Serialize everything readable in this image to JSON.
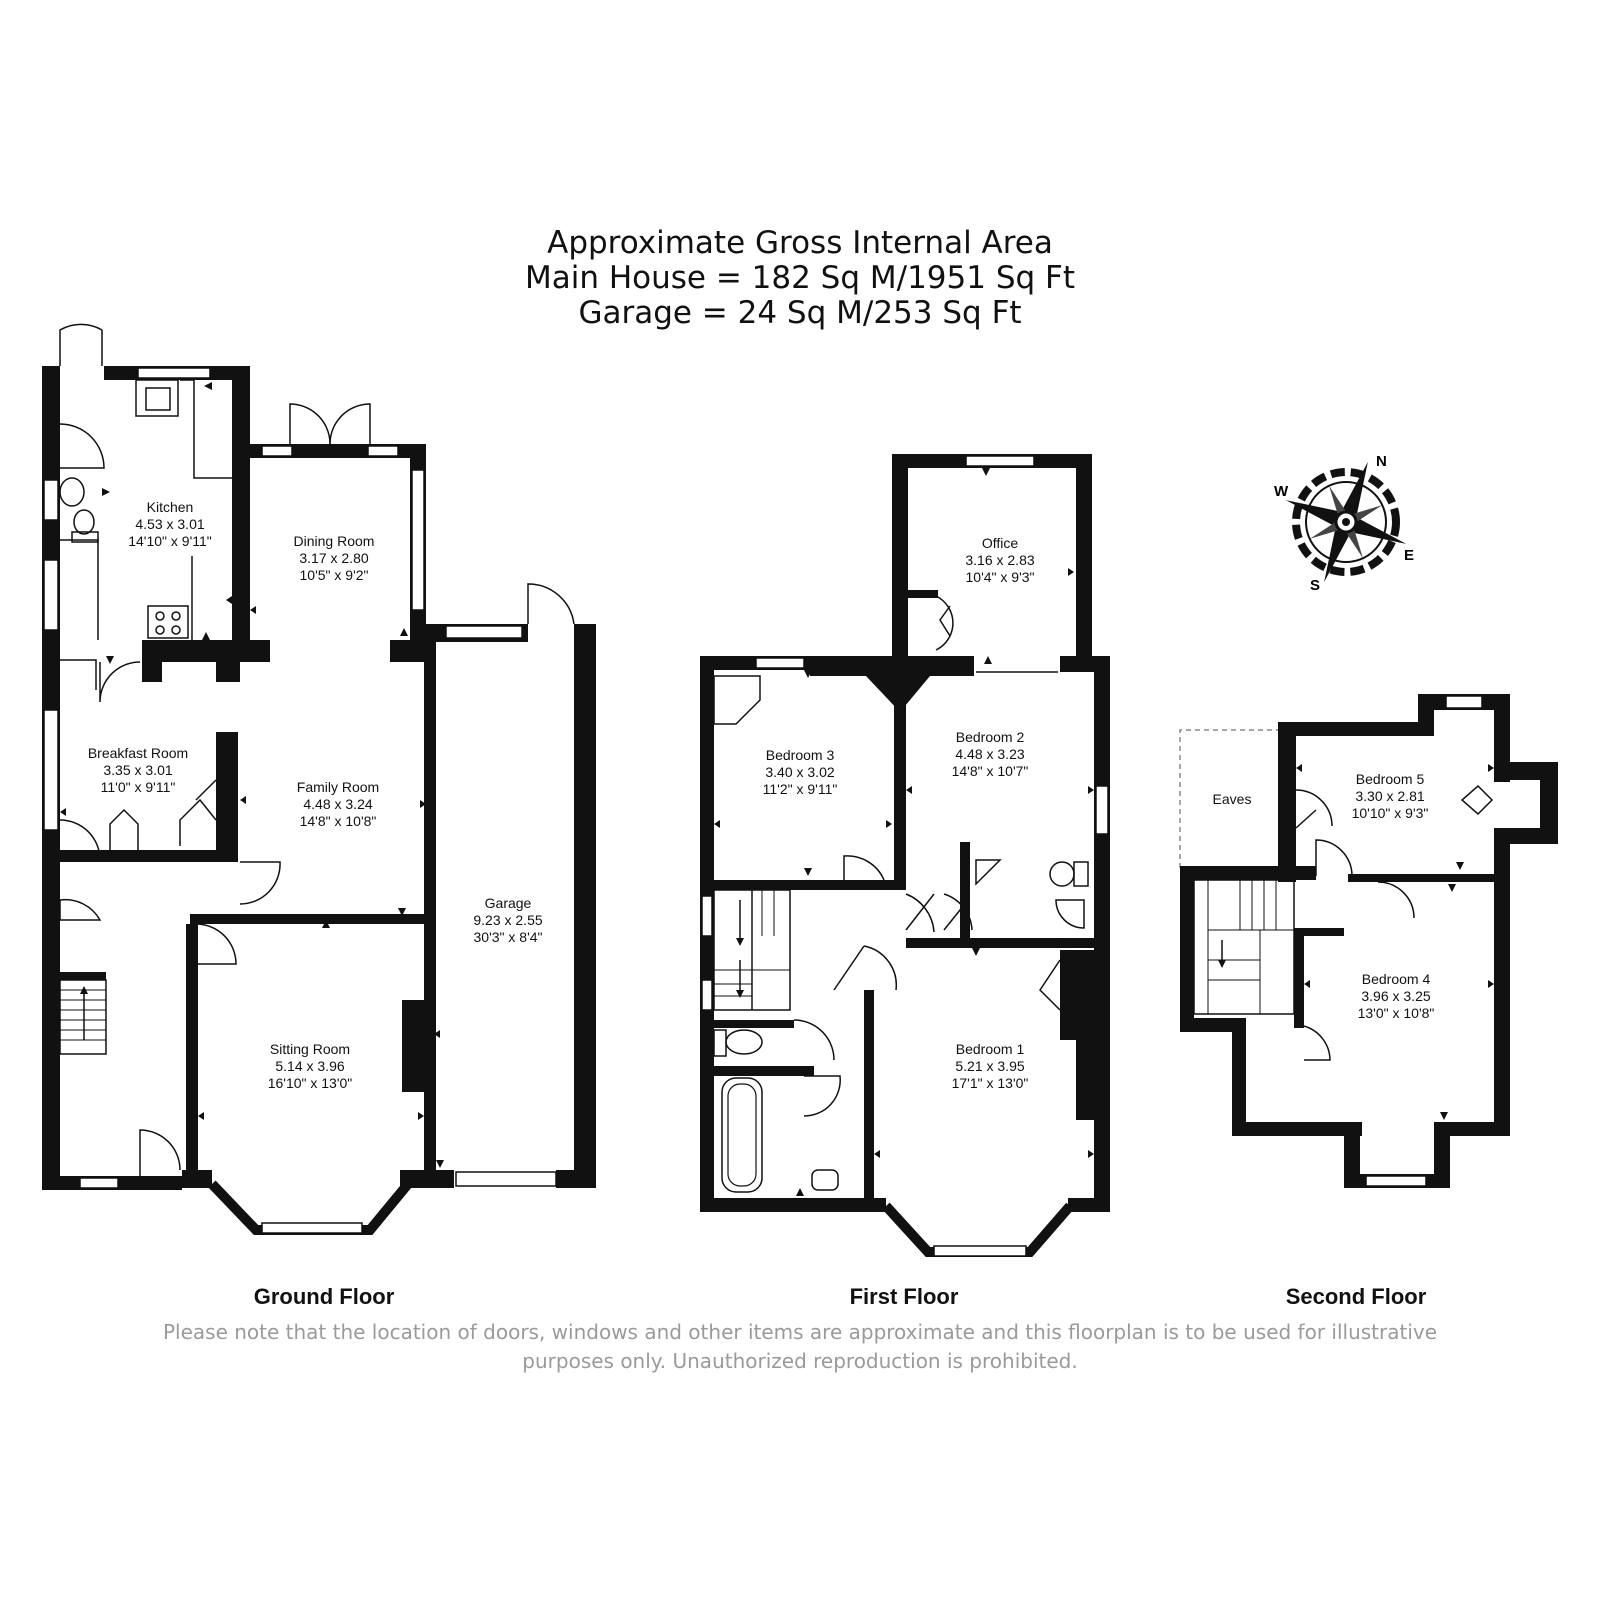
{
  "header": {
    "title": "Approximate Gross Internal Area",
    "line_main_house": "Main House = 182 Sq M/1951 Sq Ft",
    "line_garage": "Garage = 24 Sq M/253 Sq Ft"
  },
  "compass": {
    "north": "N",
    "east": "E",
    "south": "S",
    "west": "W",
    "icon": "compass-rose-icon"
  },
  "floors": {
    "ground": {
      "label": "Ground Floor",
      "rooms": {
        "kitchen": {
          "name": "Kitchen",
          "metric": "4.53 x 3.01",
          "imperial": "14'10\" x 9'11\""
        },
        "dining": {
          "name": "Dining Room",
          "metric": "3.17 x 2.80",
          "imperial": "10'5\" x 9'2\""
        },
        "breakfast": {
          "name": "Breakfast Room",
          "metric": "3.35 x 3.01",
          "imperial": "11'0\" x 9'11\""
        },
        "family": {
          "name": "Family Room",
          "metric": "4.48 x 3.24",
          "imperial": "14'8\" x 10'8\""
        },
        "garage": {
          "name": "Garage",
          "metric": "9.23 x 2.55",
          "imperial": "30'3\" x 8'4\""
        },
        "sitting": {
          "name": "Sitting Room",
          "metric": "5.14 x 3.96",
          "imperial": "16'10\" x 13'0\""
        }
      }
    },
    "first": {
      "label": "First Floor",
      "rooms": {
        "office": {
          "name": "Office",
          "metric": "3.16 x 2.83",
          "imperial": "10'4\" x 9'3\""
        },
        "bedroom3": {
          "name": "Bedroom 3",
          "metric": "3.40 x 3.02",
          "imperial": "11'2\" x 9'11\""
        },
        "bedroom2": {
          "name": "Bedroom 2",
          "metric": "4.48 x 3.23",
          "imperial": "14'8\" x 10'7\""
        },
        "bedroom1": {
          "name": "Bedroom 1",
          "metric": "5.21 x 3.95",
          "imperial": "17'1\" x 13'0\""
        }
      }
    },
    "second": {
      "label": "Second Floor",
      "rooms": {
        "eaves": {
          "name": "Eaves"
        },
        "bedroom5": {
          "name": "Bedroom 5",
          "metric": "3.30 x 2.81",
          "imperial": "10'10\" x 9'3\""
        },
        "bedroom4": {
          "name": "Bedroom 4",
          "metric": "3.96 x 3.25",
          "imperial": "13'0\" x 10'8\""
        }
      }
    }
  },
  "disclaimer": {
    "line1": "Please note that the location of doors, windows and other items are approximate and this floorplan is to be used for illustrative",
    "line2": "purposes only. Unauthorized reproduction is prohibited."
  }
}
